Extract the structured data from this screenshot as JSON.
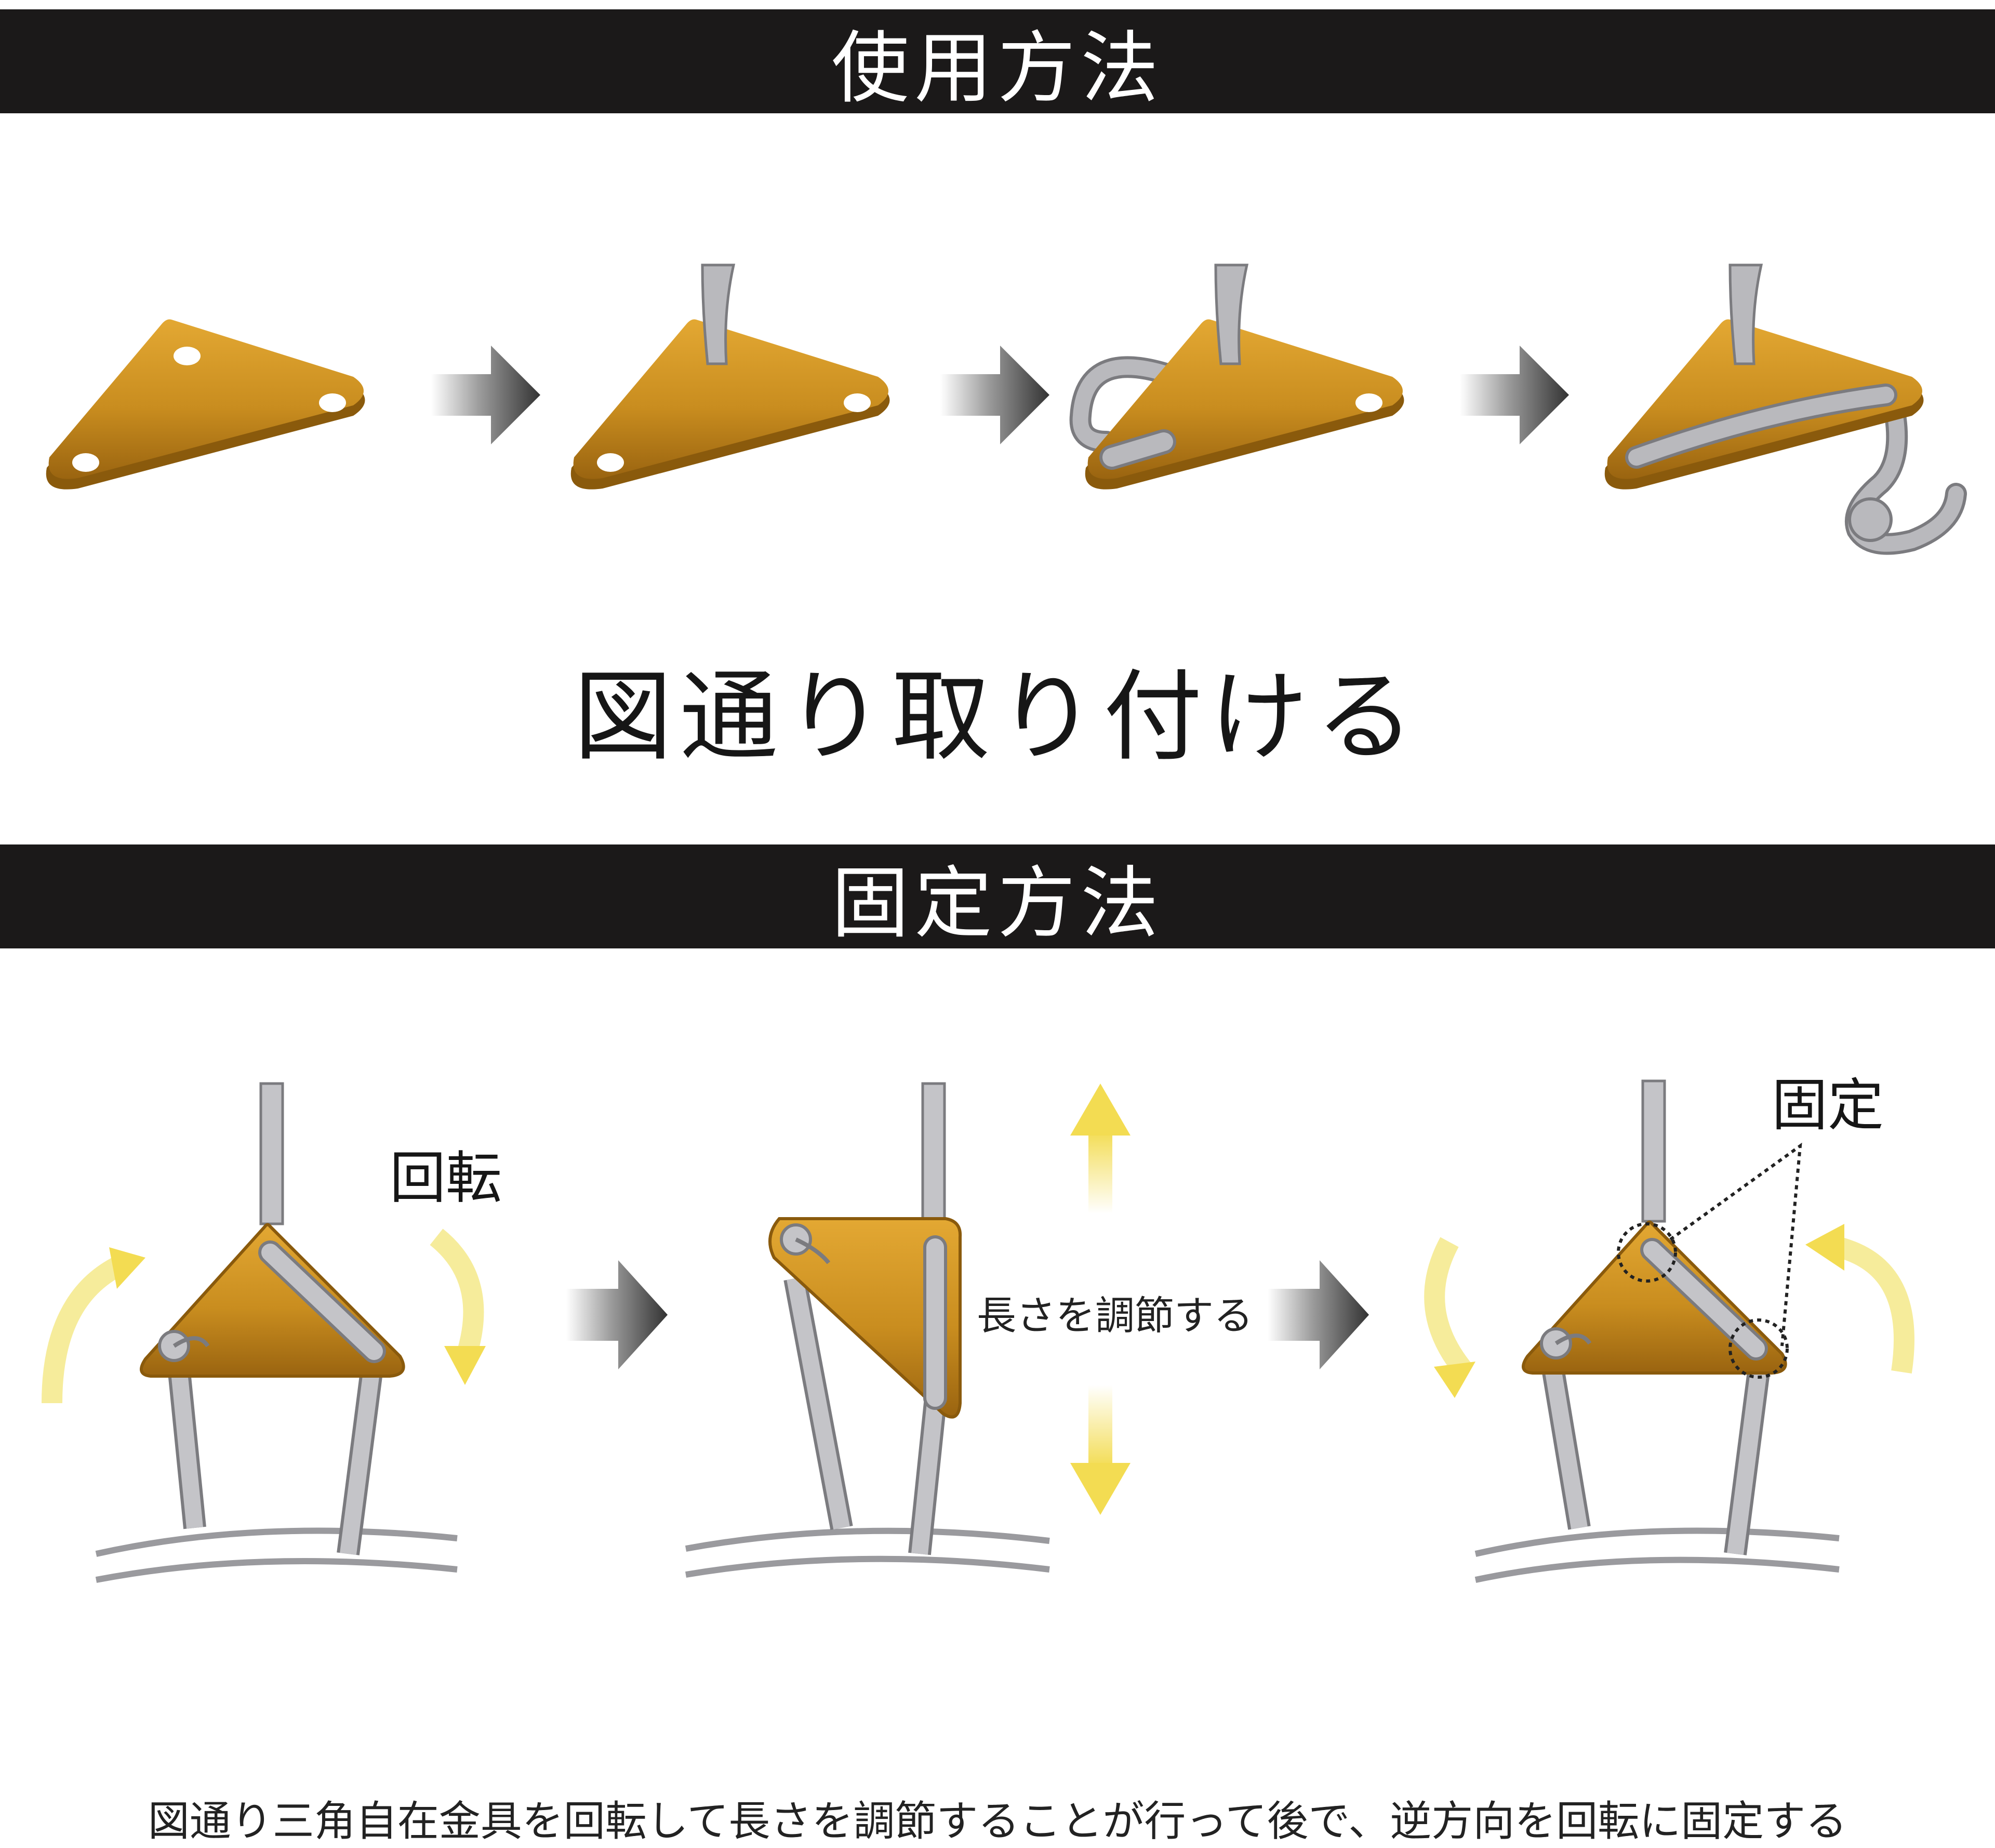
{
  "sections": {
    "usage_title": "使用方法",
    "fixing_title": "固定方法"
  },
  "usage": {
    "caption": "図通り取り付ける",
    "steps": [
      "triangle-plain",
      "cord-through-top",
      "cord-loop-left",
      "cord-threaded-and-knotted"
    ]
  },
  "fixing": {
    "rotate_label": "回転",
    "adjust_label": "長さを調節する",
    "fixed_label": "固定"
  },
  "footer": {
    "note": "図通り三角自在金具を回転して長さを調節することが行って後で、逆方向を回転に固定する"
  },
  "colors": {
    "band": "#1b1919",
    "plate": "#c98d1f",
    "plate_edge": "#8a5a0c",
    "cord": "#b9b9bd",
    "arrow_yellow": "#f3dc52",
    "arrow_dark": "#333333"
  }
}
